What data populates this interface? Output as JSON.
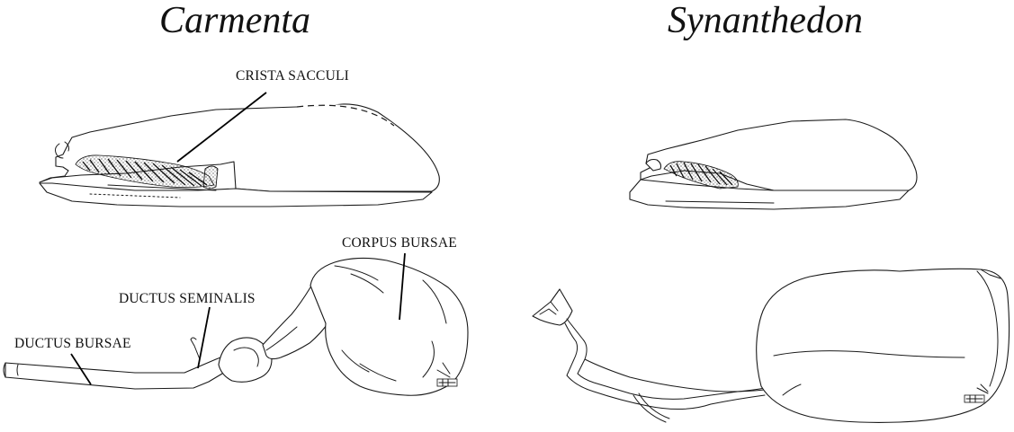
{
  "titles": {
    "left": "Carmenta",
    "right": "Synanthedon"
  },
  "labels": {
    "crista_sacculi": "CRISTA SACCULI",
    "corpus_bursae": "CORPUS BURSAE",
    "ductus_seminalis": "DUCTUS SEMINALIS",
    "ductus_bursae": "DUCTUS BURSAE"
  },
  "colors": {
    "ink": "#1a1a1a",
    "background": "#ffffff"
  }
}
